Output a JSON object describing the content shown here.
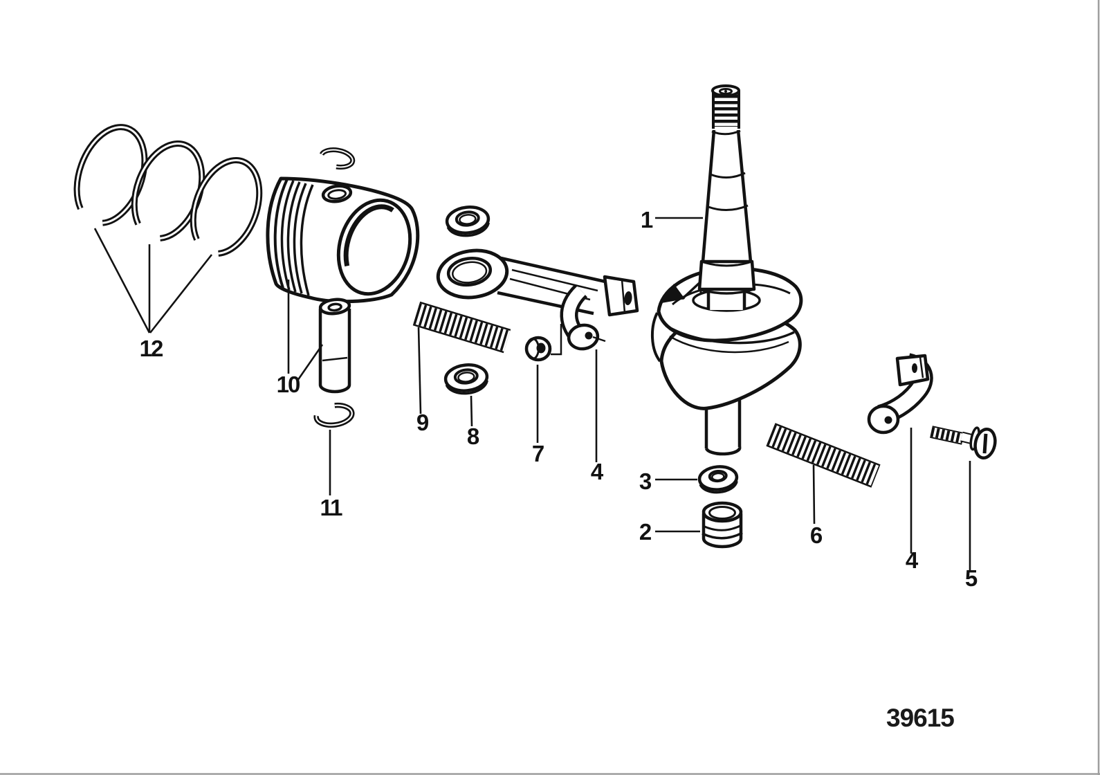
{
  "page": {
    "background_color": "#ffffff",
    "ink_color": "#121212",
    "frame_color": "#9e9e9e"
  },
  "diagram": {
    "drawing_number": "39615",
    "callouts": {
      "c1": "1",
      "c2": "2",
      "c3": "3",
      "c4a": "4",
      "c4b": "4",
      "c5": "5",
      "c6": "6",
      "c7": "7",
      "c8": "8",
      "c9": "9",
      "c10": "10",
      "c11": "11",
      "c12": "12"
    }
  }
}
